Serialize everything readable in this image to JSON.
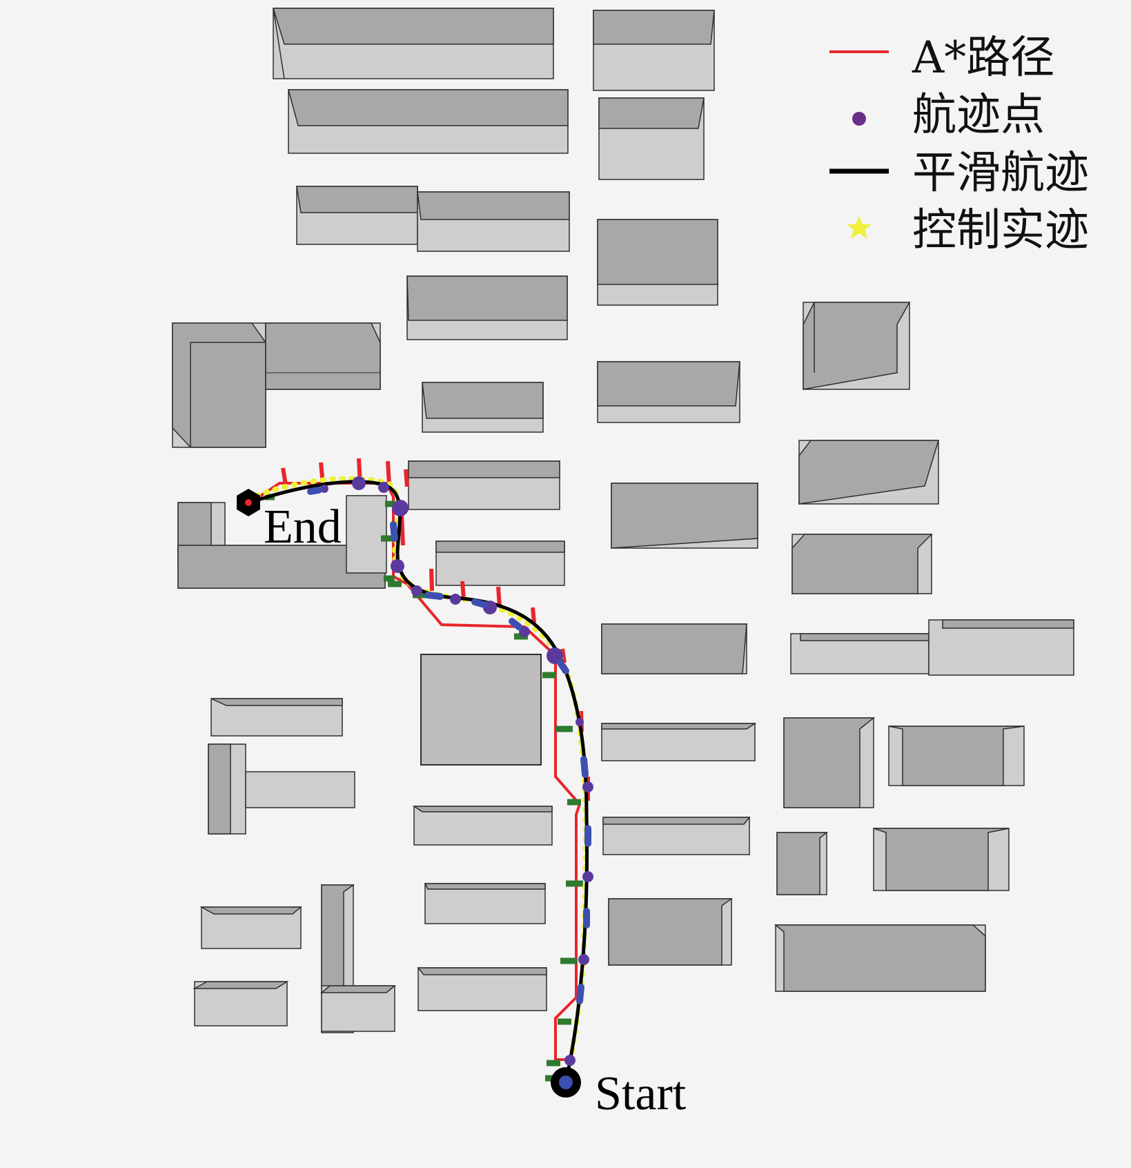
{
  "legend": {
    "items": [
      {
        "label": "A*路径",
        "color": "#e8262a",
        "symbol": "line"
      },
      {
        "label": "航迹点",
        "color": "#6a2d8a",
        "symbol": "dot"
      },
      {
        "label": "平滑航迹",
        "color": "#000000",
        "symbol": "line"
      },
      {
        "label": "控制实迹",
        "color": "#eef03a",
        "symbol": "star"
      }
    ]
  },
  "labels": {
    "start": "Start",
    "end": "End"
  },
  "colors": {
    "building_top": "#a9a7a8",
    "building_front": "#cfcdce",
    "building_edge": "#2e2e2e",
    "astar": "#e8262a",
    "smooth": "#000000",
    "waypoint": "#5b3a9e",
    "control": "#eef03a",
    "tick": "#2f7a2f"
  }
}
